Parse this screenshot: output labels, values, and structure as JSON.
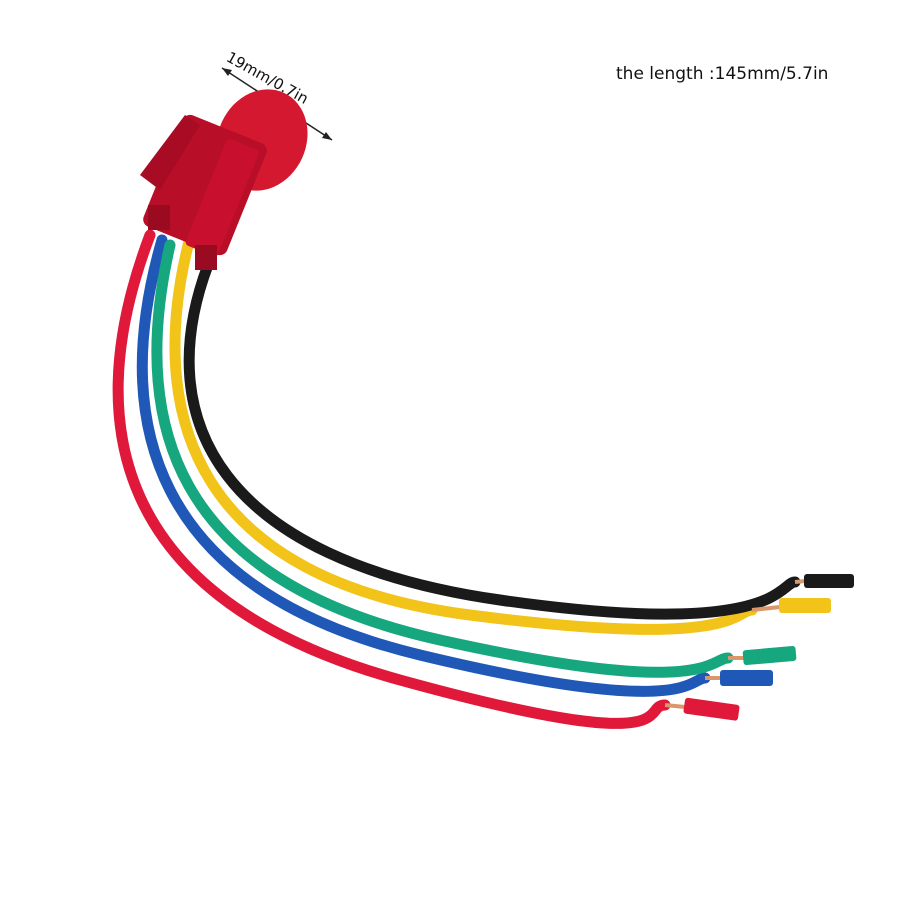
{
  "labels": {
    "length": "the length :145mm/5.7in",
    "diameter": "19mm/0.7in"
  },
  "product": {
    "connector_color": "#c8102e",
    "wires": [
      {
        "name": "black",
        "color": "#1a1a1a"
      },
      {
        "name": "yellow",
        "color": "#f2c318"
      },
      {
        "name": "green",
        "color": "#17a77e"
      },
      {
        "name": "blue",
        "color": "#2058b8"
      },
      {
        "name": "red",
        "color": "#e0183a"
      }
    ],
    "copper_color": "#d9976a"
  }
}
